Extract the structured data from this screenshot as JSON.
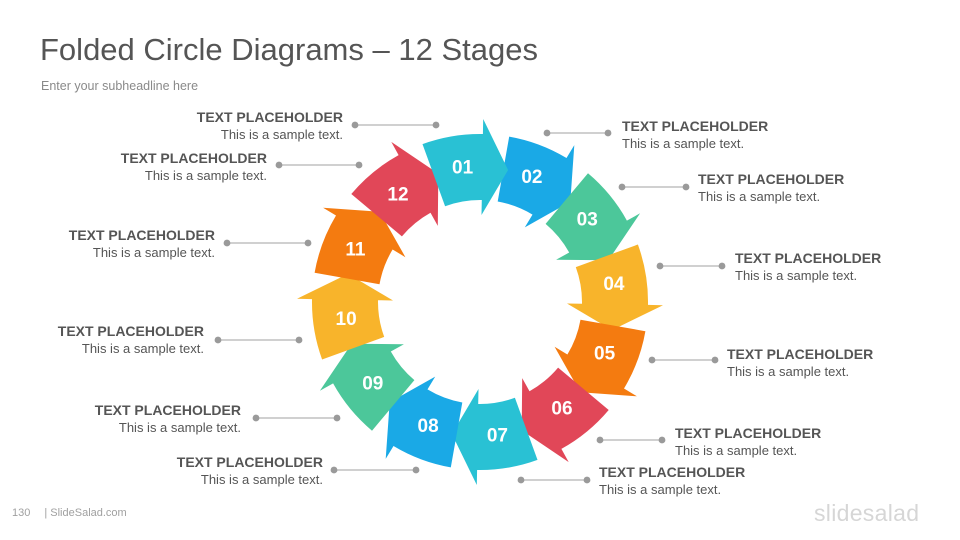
{
  "title": "Folded Circle Diagrams – 12 Stages",
  "subtitle": "Enter your subheadline  here",
  "stages": [
    {
      "label": "01",
      "color": "#29c1d4"
    },
    {
      "label": "02",
      "color": "#1aa9e6"
    },
    {
      "label": "03",
      "color": "#4cc79a"
    },
    {
      "label": "04",
      "color": "#f8b42b"
    },
    {
      "label": "05",
      "color": "#f47b10"
    },
    {
      "label": "06",
      "color": "#e14758"
    },
    {
      "label": "07",
      "color": "#29c1d4"
    },
    {
      "label": "08",
      "color": "#1aa9e6"
    },
    {
      "label": "09",
      "color": "#4cc79a"
    },
    {
      "label": "10",
      "color": "#f8b42b"
    },
    {
      "label": "11",
      "color": "#f47b10"
    },
    {
      "label": "12",
      "color": "#e14758"
    }
  ],
  "callouts": [
    {
      "heading": "TEXT PLACEHOLDER",
      "body": "This is a sample text."
    },
    {
      "heading": "TEXT PLACEHOLDER",
      "body": "This is a sample text."
    },
    {
      "heading": "TEXT PLACEHOLDER",
      "body": "This is a sample text."
    },
    {
      "heading": "TEXT PLACEHOLDER",
      "body": "This is a sample text."
    },
    {
      "heading": "TEXT PLACEHOLDER",
      "body": "This is a sample text."
    },
    {
      "heading": "TEXT PLACEHOLDER",
      "body": "This is a sample text."
    },
    {
      "heading": "TEXT PLACEHOLDER",
      "body": "This is a sample text."
    },
    {
      "heading": "TEXT PLACEHOLDER",
      "body": "This is a sample text."
    },
    {
      "heading": "TEXT PLACEHOLDER",
      "body": "This is a sample text."
    },
    {
      "heading": "TEXT PLACEHOLDER",
      "body": "This is a sample text."
    },
    {
      "heading": "TEXT PLACEHOLDER",
      "body": "This is a sample text."
    },
    {
      "heading": "TEXT PLACEHOLDER",
      "body": "This is a sample text."
    }
  ],
  "footer": {
    "page_number": "130",
    "site": "| SlideSalad.com"
  },
  "brand": "slidesalad",
  "connector_color": "#9a9a9a"
}
